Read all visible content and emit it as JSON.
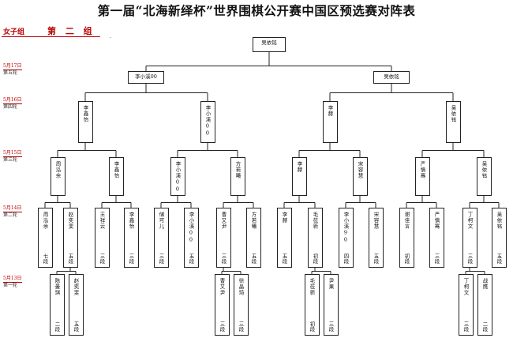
{
  "title": "第一届“北海新绎杯”世界围棋公开赛中国区预选赛对阵表",
  "section": {
    "label": "女子组",
    "group": "第 二 组"
  },
  "rounds": [
    {
      "date": "5月17日",
      "name": "第五轮"
    },
    {
      "date": "5月16日",
      "name": "第四轮"
    },
    {
      "date": "5月15日",
      "name": "第三轮"
    },
    {
      "date": "5月14日",
      "name": "第二轮"
    },
    {
      "date": "5月13日",
      "name": "第一轮"
    }
  ],
  "bracket": {
    "champion": "吴依铭",
    "r5": [
      "李小溪00",
      "吴依铭"
    ],
    "r4": [
      "李鑫怡",
      "李小溪00",
      "李赫",
      "吴依铭"
    ],
    "r3": [
      "周泓余",
      "李鑫怡",
      "李小溪00",
      "方若曦",
      "李赫",
      "宋容慧",
      "严慎骞",
      "吴依铭"
    ],
    "r2": [
      {
        "name": "周泓余",
        "rank": "七段"
      },
      {
        "name": "赵奕斐",
        "rank": "五段"
      },
      {
        "name": "王祥云",
        "rank": "三段"
      },
      {
        "name": "李鑫怡",
        "rank": "三段"
      },
      {
        "name": "储可儿",
        "rank": "三段"
      },
      {
        "name": "李小溪00",
        "rank": "五段"
      },
      {
        "name": "曹又尹",
        "rank": "三段"
      },
      {
        "name": "方若曦",
        "rank": "五段"
      },
      {
        "name": "李赫",
        "rank": "五段"
      },
      {
        "name": "毛莅新",
        "rank": "初段"
      },
      {
        "name": "李小溪90",
        "rank": "四段"
      },
      {
        "name": "宋容慧",
        "rank": "五段"
      },
      {
        "name": "谢佳言",
        "rank": "初段"
      },
      {
        "name": "严慎骞",
        "rank": "三段"
      },
      {
        "name": "丁柯文",
        "rank": "三段"
      },
      {
        "name": "吴依铭",
        "rank": "五段"
      }
    ],
    "r1": [
      {
        "name": "陈曼琪",
        "rank": "二段"
      },
      {
        "name": "赵奕斐",
        "rank": "五段"
      },
      {
        "name": "曹又尹",
        "rank": "三段"
      },
      {
        "name": "徐晶琦",
        "rank": "三段"
      },
      {
        "name": "毛莅新",
        "rank": "初段"
      },
      {
        "name": "尹果",
        "rank": "三段"
      },
      {
        "name": "丁柯文",
        "rank": "三段"
      },
      {
        "name": "战鹰",
        "rank": "二段"
      }
    ]
  }
}
